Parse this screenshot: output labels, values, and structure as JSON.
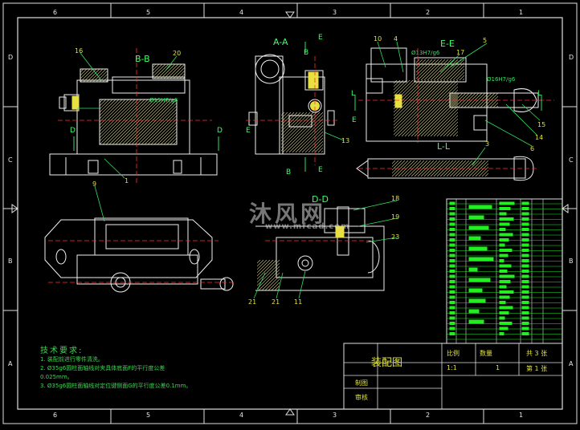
{
  "frame": {
    "zone_letters_left": [
      "D",
      "C",
      "B",
      "A"
    ],
    "zone_letters_right": [
      "D",
      "C",
      "B",
      "A"
    ],
    "zone_numbers_top": [
      "6",
      "5",
      "4",
      "3",
      "2",
      "1"
    ],
    "zone_numbers_bottom": [
      "6",
      "5",
      "4",
      "3",
      "2",
      "1"
    ]
  },
  "views": {
    "bb_label": "B-B",
    "aa_label": "A-A",
    "ee_label": "E-E",
    "ll_label": "L-L",
    "dd_label": "D-D"
  },
  "section_markers": [
    "E",
    "E",
    "B",
    "B",
    "D",
    "D",
    "L",
    "L",
    "E",
    "E"
  ],
  "part_numbers": [
    "16",
    "20",
    "1",
    "9",
    "10",
    "4",
    "17",
    "5",
    "13",
    "15",
    "14",
    "6",
    "3",
    "18",
    "19",
    "23",
    "21",
    "21",
    "11"
  ],
  "fits": {
    "bb_fit": "Ø15H7/g6",
    "ee_fit_1": "Ø13H7/g6",
    "ee_fit_2": "Ø16H7/g6"
  },
  "watermark": {
    "brand": "沐风网",
    "url": "www.mfcad.com"
  },
  "notes": {
    "heading": "技术要求:",
    "lines": [
      "1. 装配前进行零件清洗。",
      "2. Ø35g6圆柱面轴线对夹具体底面F的平行度公差",
      "0.025mm。",
      "3. Ø35g6圆柱面轴线对定位键侧面G的平行度公差0.1mm。"
    ]
  },
  "title_block": {
    "drawing_name": "装配图",
    "scale_label": "比例",
    "scale_value": "1:1",
    "qty_label": "数量",
    "qty_value": "1",
    "sheets_total": "共 3 张",
    "sheet_no": "第 1 张",
    "drawn_label": "制图",
    "checked_label": "审核"
  },
  "colors": {
    "frame": "#e0e0e0",
    "outline": "#f0f0f0",
    "hatch": "#e8e040",
    "leader": "#30e060",
    "center": "#ff3030",
    "dim": "#3cff6a",
    "bom": "#22ee22",
    "title": "#e0e040"
  }
}
